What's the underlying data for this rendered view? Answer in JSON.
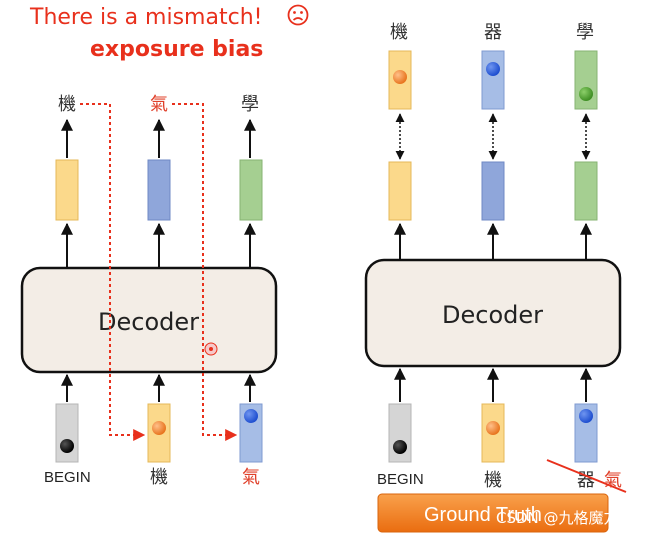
{
  "left_panel": {
    "title": "There is a mismatch!",
    "title_icon": "frown-icon",
    "subtitle": "exposure bias",
    "decoder_label": "Decoder",
    "outputs": [
      "機",
      "氣",
      "學"
    ],
    "inputs": [
      "BEGIN",
      "機",
      "氣"
    ]
  },
  "right_panel": {
    "decoder_label": "Decoder",
    "outputs": [
      "機",
      "器",
      "學"
    ],
    "inputs": [
      "BEGIN",
      "機",
      "器"
    ],
    "extra_label": "氣",
    "button_label": "Ground Truth"
  },
  "watermark": "CSDN @九格魔方",
  "colors": {
    "orange": "#fbd98b",
    "blue": "#a6bde6",
    "green": "#a5cf91",
    "gray": "#d5d5d5",
    "accent_red": "#e8301c",
    "decoder_fill": "#f3ede6",
    "button_orange": "#f07a1c"
  }
}
